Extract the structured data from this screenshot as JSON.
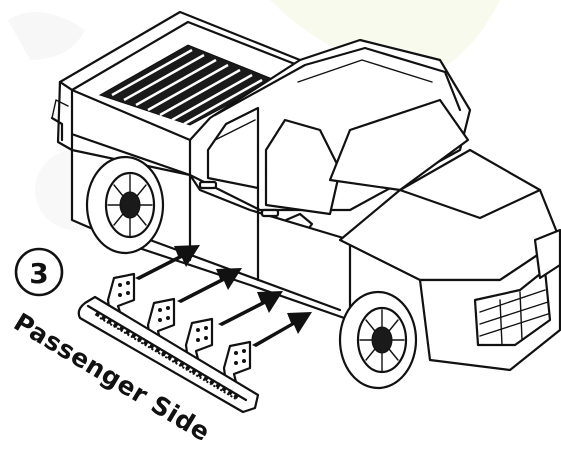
{
  "step": {
    "number": "3"
  },
  "caption": {
    "side_label": "Passenger Side"
  },
  "colors": {
    "line": "#111111",
    "background": "#ffffff",
    "watermark": "#f2f5e9"
  },
  "icons": {
    "truck": "pickup-truck-illustration",
    "running_board": "running-board-with-brackets",
    "arrows": "install-direction-arrows"
  }
}
